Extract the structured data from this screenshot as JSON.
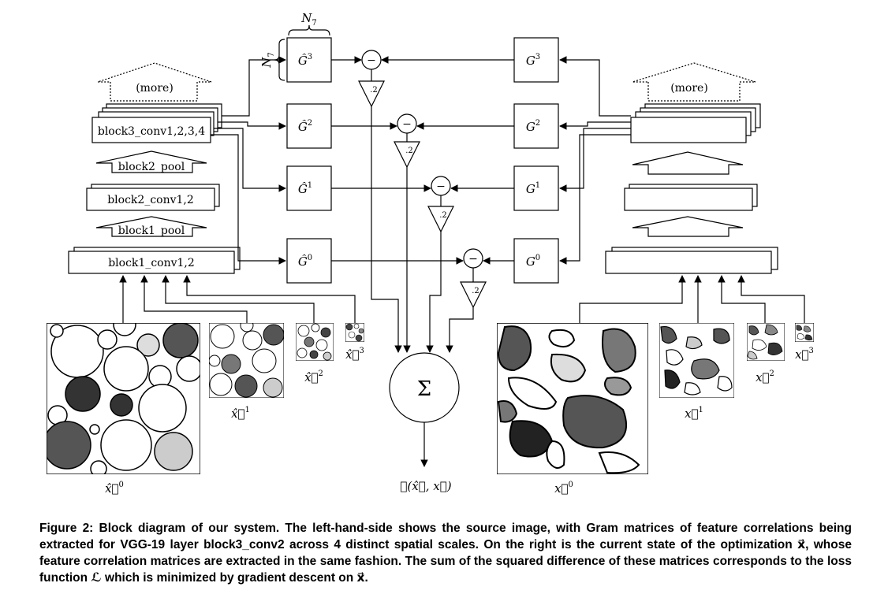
{
  "left": {
    "more_label": "(more)",
    "block3_label": "block3_conv1,2,3,4",
    "block2_pool_label": "block2_pool",
    "block2_label": "block2_conv1,2",
    "block1_pool_label": "block1_pool",
    "block1_label": "block1_conv1,2"
  },
  "right": {
    "more_label": "(more)"
  },
  "gram_hat": [
    {
      "base": "Ĝ",
      "sup": "3"
    },
    {
      "base": "Ĝ",
      "sup": "2"
    },
    {
      "base": "Ĝ",
      "sup": "1"
    },
    {
      "base": "Ĝ",
      "sup": "0"
    }
  ],
  "gram": [
    {
      "base": "G",
      "sup": "3"
    },
    {
      "base": "G",
      "sup": "2"
    },
    {
      "base": "G",
      "sup": "1"
    },
    {
      "base": "G",
      "sup": "0"
    }
  ],
  "dim_label": "N",
  "dim_sub": "7",
  "minus_symbol": "−",
  "square_symbol": ".2",
  "sum_symbol": "Σ",
  "loss_label": "ℒ(x̂⃗, x⃗)",
  "source_images": [
    {
      "base": "x̂⃗",
      "sup": "0"
    },
    {
      "base": "x̂⃗",
      "sup": "1"
    },
    {
      "base": "x̂⃗",
      "sup": "2"
    },
    {
      "base": "x̂⃗",
      "sup": "3"
    }
  ],
  "opt_images": [
    {
      "base": "x⃗",
      "sup": "0"
    },
    {
      "base": "x⃗",
      "sup": "1"
    },
    {
      "base": "x⃗",
      "sup": "2"
    },
    {
      "base": "x⃗",
      "sup": "3"
    }
  ],
  "caption": "Figure 2: Block diagram of our system. The left-hand-side shows the source image, with Gram matrices of feature correlations being extracted for VGG-19 layer block3_conv2 across 4 distinct spatial scales. On the right is the current state of the optimization x⃗, whose feature correlation matrices are extracted in the same fashion. The sum of the squared difference of these matrices corresponds to the loss function ℒ which is minimized by gradient descent on x⃗."
}
